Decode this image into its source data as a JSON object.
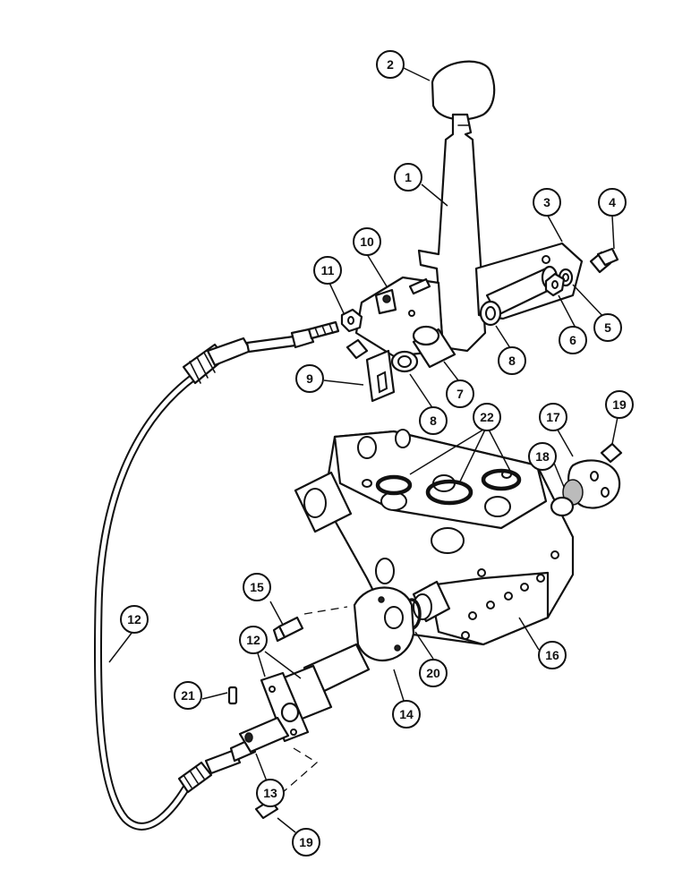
{
  "callouts": [
    {
      "id": "c2",
      "label": "2"
    },
    {
      "id": "c1",
      "label": "1"
    },
    {
      "id": "c3",
      "label": "3"
    },
    {
      "id": "c4",
      "label": "4"
    },
    {
      "id": "c10",
      "label": "10"
    },
    {
      "id": "c11",
      "label": "11"
    },
    {
      "id": "c5",
      "label": "5"
    },
    {
      "id": "c6",
      "label": "6"
    },
    {
      "id": "c8a",
      "label": "8"
    },
    {
      "id": "c7",
      "label": "7"
    },
    {
      "id": "c9",
      "label": "9"
    },
    {
      "id": "c8b",
      "label": "8"
    },
    {
      "id": "c22",
      "label": "22"
    },
    {
      "id": "c17",
      "label": "17"
    },
    {
      "id": "c19a",
      "label": "19"
    },
    {
      "id": "c18",
      "label": "18"
    },
    {
      "id": "c15",
      "label": "15"
    },
    {
      "id": "c12a",
      "label": "12"
    },
    {
      "id": "c12b",
      "label": "12"
    },
    {
      "id": "c16",
      "label": "16"
    },
    {
      "id": "c20",
      "label": "20"
    },
    {
      "id": "c14",
      "label": "14"
    },
    {
      "id": "c21",
      "label": "21"
    },
    {
      "id": "c13",
      "label": "13"
    },
    {
      "id": "c19b",
      "label": "19"
    }
  ]
}
